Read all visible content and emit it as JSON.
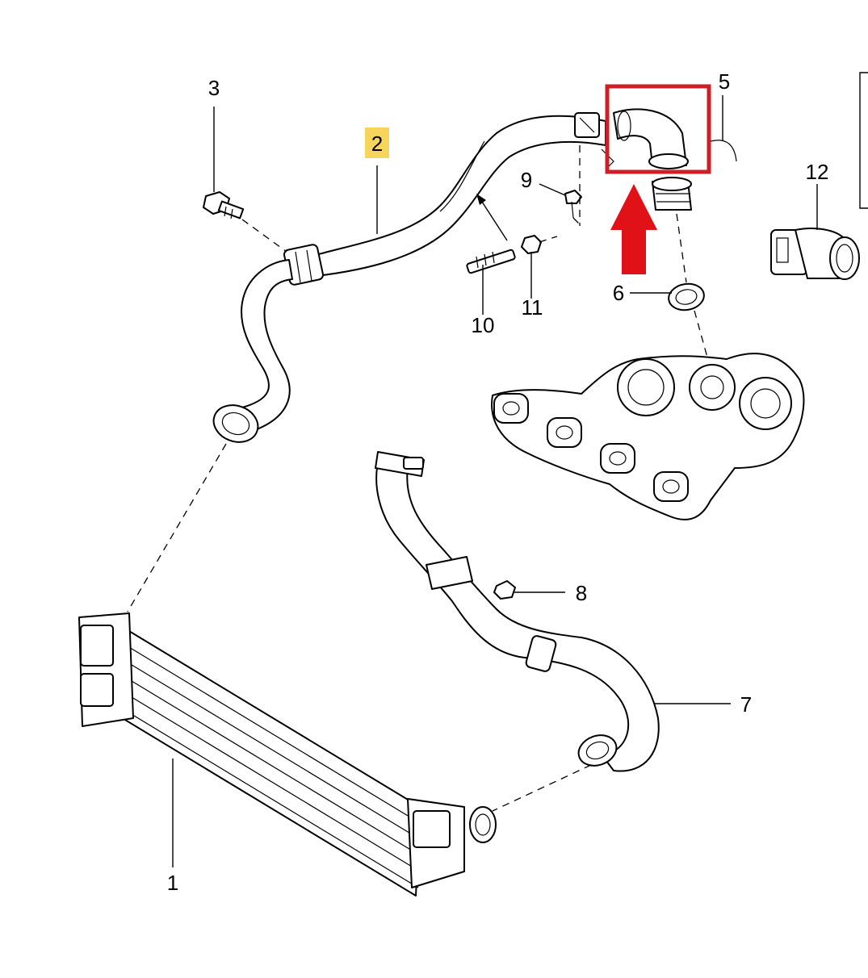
{
  "callouts": {
    "p1": "1",
    "p2": "2",
    "p3": "3",
    "p5": "5",
    "p6": "6",
    "p7": "7",
    "p8": "8",
    "p9": "9",
    "p10": "10",
    "p11": "11",
    "p12": "12"
  },
  "highlight": {
    "label_color": "#f6d55c",
    "box_color": "#cc1f26",
    "arrow_color": "#e01218"
  }
}
